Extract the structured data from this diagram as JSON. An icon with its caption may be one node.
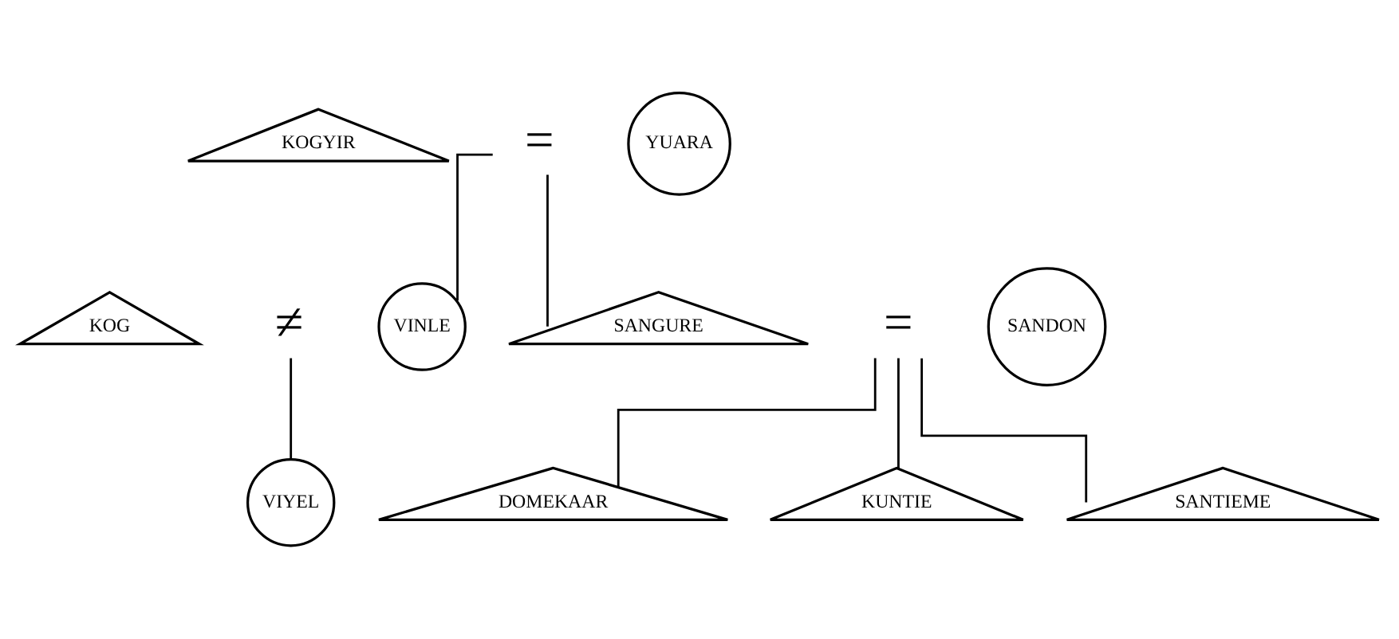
{
  "diagram": {
    "nodes": [
      {
        "text": [
          "KOGYIR"
        ]
      },
      {
        "text": [
          "="
        ]
      },
      {
        "text": [
          "YUARA"
        ]
      },
      {
        "text": [
          "KOG"
        ]
      },
      {
        "text": [
          "≠"
        ]
      },
      {
        "text": [
          "VINLE"
        ]
      },
      {
        "text": [
          "SANGURE"
        ]
      },
      {
        "text": [
          "="
        ]
      },
      {
        "text": [
          "SANDON"
        ]
      },
      {
        "text": [
          "VIYEL"
        ]
      },
      {
        "text": [
          "DOMEKAAR"
        ]
      },
      {
        "text": [
          "KUNTIE"
        ]
      },
      {
        "text": [
          "SANTIEME"
        ]
      }
    ],
    "edges": [
      {
        "from": 1,
        "to": 5,
        "arrow": "none"
      },
      {
        "from": 1,
        "to": 6,
        "arrow": "none"
      },
      {
        "from": 4,
        "to": 9,
        "arrow": "none"
      },
      {
        "from": 7,
        "to": 10,
        "arrow": "none"
      },
      {
        "from": 7,
        "to": 11,
        "arrow": "none"
      },
      {
        "from": 7,
        "to": 12,
        "arrow": "none"
      }
    ]
  }
}
